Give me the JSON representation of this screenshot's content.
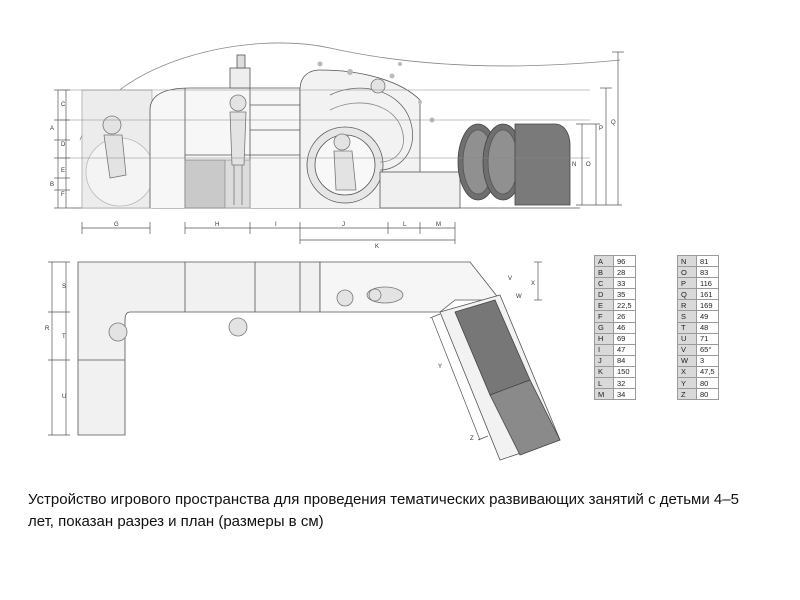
{
  "caption": "Устройство игрового пространства для проведения тематических развивающих занятий с детьми 4–5 лет, показан разрез и план (размеры в см)",
  "section_labels": {
    "left_vertical": [
      "C",
      "A",
      "D",
      "E",
      "B",
      "F"
    ],
    "bottom": [
      "G",
      "H",
      "I",
      "J",
      "L",
      "M",
      "K"
    ],
    "right_vertical": [
      "N",
      "O",
      "P",
      "Q"
    ]
  },
  "plan_labels": {
    "left_vertical": [
      "S",
      "R",
      "T",
      "U"
    ],
    "right": [
      "V",
      "X",
      "W"
    ],
    "diagonal": [
      "Y",
      "Z"
    ]
  },
  "dimension_table_left": [
    {
      "key": "A",
      "value": "96"
    },
    {
      "key": "B",
      "value": "28"
    },
    {
      "key": "C",
      "value": "33"
    },
    {
      "key": "D",
      "value": "35"
    },
    {
      "key": "E",
      "value": "22,5"
    },
    {
      "key": "F",
      "value": "26"
    },
    {
      "key": "G",
      "value": "46"
    },
    {
      "key": "H",
      "value": "69"
    },
    {
      "key": "I",
      "value": "47"
    },
    {
      "key": "J",
      "value": "84"
    },
    {
      "key": "K",
      "value": "150"
    },
    {
      "key": "L",
      "value": "32"
    },
    {
      "key": "M",
      "value": "34"
    }
  ],
  "dimension_table_right": [
    {
      "key": "N",
      "value": "81"
    },
    {
      "key": "O",
      "value": "83"
    },
    {
      "key": "P",
      "value": "116"
    },
    {
      "key": "Q",
      "value": "161"
    },
    {
      "key": "R",
      "value": "169"
    },
    {
      "key": "S",
      "value": "49"
    },
    {
      "key": "T",
      "value": "48"
    },
    {
      "key": "U",
      "value": "71"
    },
    {
      "key": "V",
      "value": "65°"
    },
    {
      "key": "W",
      "value": "3"
    },
    {
      "key": "X",
      "value": "47,5"
    },
    {
      "key": "Y",
      "value": "80"
    },
    {
      "key": "Z",
      "value": "80"
    }
  ]
}
